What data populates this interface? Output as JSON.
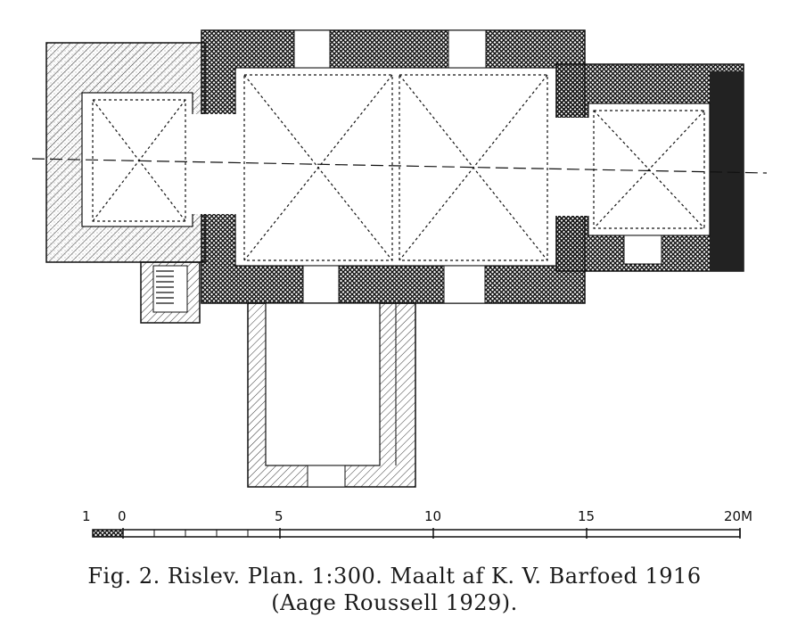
{
  "figure": {
    "caption_line1": "Fig. 2. Rislev. Plan. 1:300. Maalt af K. V. Barfoed 1916",
    "caption_line2": "(Aage Roussell 1929)."
  },
  "scale_bar": {
    "labels": [
      "1",
      "0",
      "5",
      "10",
      "15",
      "20M"
    ]
  },
  "colors": {
    "ink": "#1a1a1a",
    "paper": "#ffffff"
  }
}
